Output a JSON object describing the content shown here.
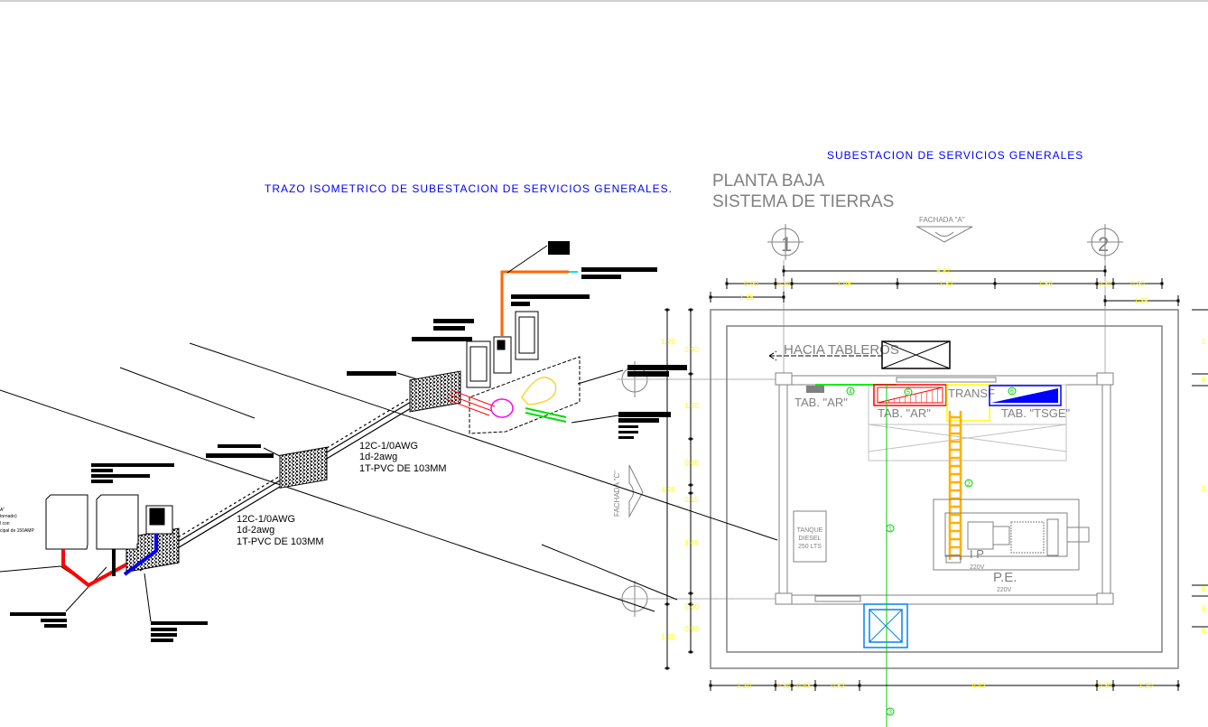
{
  "titles": {
    "isometric": "TRAZO ISOMETRICO DE SUBESTACION DE SERVICIOS GENERALES.",
    "plan_header": "SUBESTACION DE SERVICIOS GENERALES",
    "plan_title_1": "PLANTA BAJA",
    "plan_title_2": "SISTEMA DE TIERRAS"
  },
  "facades": {
    "a": "FACHADA \"A\"",
    "c": "FACHADA \"C\""
  },
  "axes": [
    "1",
    "2"
  ],
  "plan": {
    "hacia": "HACIA TABLEROS",
    "tab_ar_left": "TAB. \"AR\"",
    "tab_ar": "TAB. \"AR\"",
    "tab_tsge": "TAB. \"TSGE\"",
    "transf": "TRANSF",
    "tanque": [
      "TANQUE",
      "DIESEL",
      "250 LTS"
    ],
    "ip": "I P",
    "ip_voltage": "220V",
    "pe": "P.E.",
    "pe_voltage": "220V"
  },
  "markers": [
    "1",
    "2",
    "3",
    "4",
    "5",
    "6"
  ],
  "dims": {
    "top_total": "5.87",
    "top": [
      "0.90",
      "0.30",
      "1.98",
      "1.82",
      "1.89",
      "0.30",
      "0.90"
    ],
    "top_outer": [
      "1.35",
      "1.35"
    ],
    "bottom": [
      "1.20",
      "0.30",
      "0.43",
      "0.82",
      "4.42",
      "0.30",
      "1.20"
    ],
    "left_total": [
      "1.20",
      "4.28",
      "1.20"
    ],
    "left": [
      "0.90",
      "1.30",
      "0.88",
      "0.15",
      "1.65",
      "0.30",
      "0.90"
    ],
    "right": [
      "1.",
      "0.",
      "3.",
      "0.",
      "0.",
      "0."
    ]
  },
  "iso": {
    "cable_upper": [
      "12C-1/0AWG",
      "1d-2awg",
      "1T-PVC DE 103MM"
    ],
    "cable_lower": [
      "12C-1/0AWG",
      "1d-2awg",
      "1T-PVC DE 103MM"
    ],
    "partial_note": [
      "A\"",
      "tornado)",
      "l con",
      "cipal de 150AMP"
    ]
  },
  "colors": {
    "title_blue": "#0000ff",
    "dimension_yellow": "#ffff00",
    "ground_green": "#00cc00",
    "conduit_red": "#ff0000",
    "conduit_blue": "#0000ff",
    "conduit_orange": "#ff6600",
    "ladder_orange": "#ffb000",
    "manhole_blue": "#0080ff",
    "linework_gray": "#808080"
  }
}
